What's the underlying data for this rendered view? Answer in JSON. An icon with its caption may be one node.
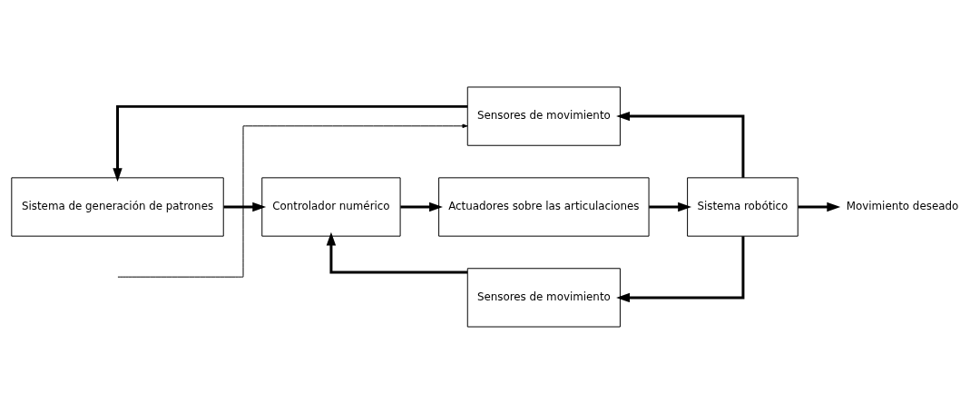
{
  "diagram": {
    "nodes": [
      {
        "text": [
          "Sensores de movimiento"
        ]
      },
      {
        "text": [
          "Sistema de generación de patrones"
        ]
      },
      {
        "text": [
          "Controlador numérico"
        ]
      },
      {
        "text": [
          "Actuadores sobre las articulaciones"
        ]
      },
      {
        "text": [
          "Sistema robótico"
        ]
      },
      {
        "text": [
          "Movimiento deseado"
        ]
      },
      {
        "text": [
          "Sensores de movimiento"
        ]
      }
    ],
    "edges": [
      {
        "from": 0,
        "to": 1,
        "arrow": "to"
      },
      {
        "from": 1,
        "to": 2,
        "arrow": "to"
      },
      {
        "from": 2,
        "to": 3,
        "arrow": "to"
      },
      {
        "from": 3,
        "to": 4,
        "arrow": "to"
      },
      {
        "from": 4,
        "to": 5,
        "arrow": "to"
      },
      {
        "from": 4,
        "to": 0,
        "arrow": "to"
      },
      {
        "from": 4,
        "to": 6,
        "arrow": "to"
      },
      {
        "from": 6,
        "to": 2,
        "arrow": "to"
      },
      {
        "from": null,
        "to": 0,
        "arrow": "to"
      }
    ]
  }
}
